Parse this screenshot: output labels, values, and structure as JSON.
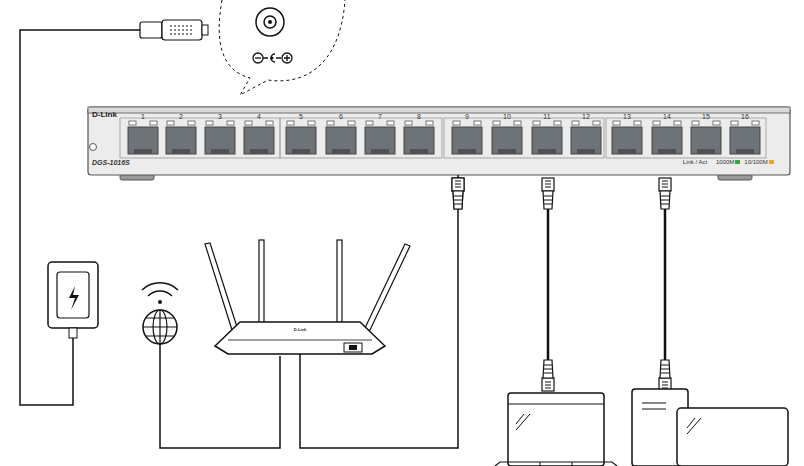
{
  "diagram": {
    "nodes": [
      {
        "text": [
          "D-Link",
          "DGS-1016S"
        ]
      },
      {
        "text": [
          "D-Link"
        ]
      }
    ],
    "edges": [
      {
        "from": 0,
        "to": 1,
        "arrow": "none"
      }
    ],
    "labels": [
      "1",
      "2",
      "3",
      "4",
      "5",
      "6",
      "7",
      "8",
      "9",
      "10",
      "11",
      "12",
      "13",
      "14",
      "15",
      "16",
      "Link / Act"
    ],
    "legend": [
      {
        "text": "1000M",
        "color": "#3aa63a"
      },
      {
        "text": "10/100M",
        "color": "#f0a030"
      }
    ]
  }
}
